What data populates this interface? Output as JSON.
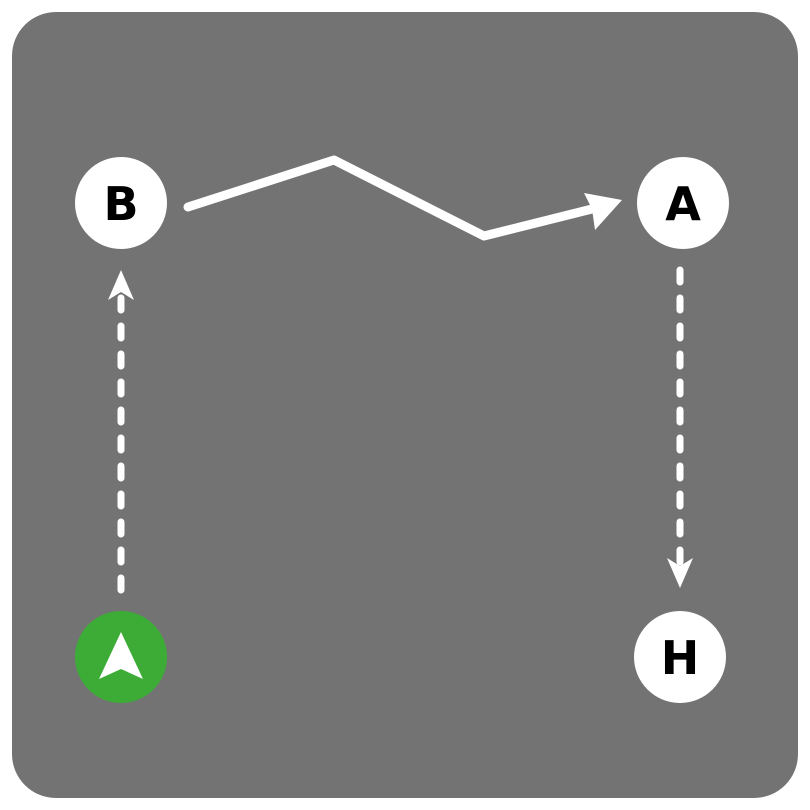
{
  "diagram": {
    "background_color": "#737373",
    "node_color": "#ffffff",
    "start_color": "#3cac37",
    "edge_color": "#ffffff",
    "nodes": [
      {
        "id": "B",
        "label": "B"
      },
      {
        "id": "A",
        "label": "A"
      },
      {
        "id": "H",
        "label": "H"
      },
      {
        "id": "start",
        "icon": "navigation-arrow-icon"
      }
    ],
    "edges": [
      {
        "from": "start",
        "to": "B",
        "style": "dashed"
      },
      {
        "from": "B",
        "to": "A",
        "style": "solid-zigzag"
      },
      {
        "from": "A",
        "to": "H",
        "style": "dashed"
      }
    ]
  }
}
